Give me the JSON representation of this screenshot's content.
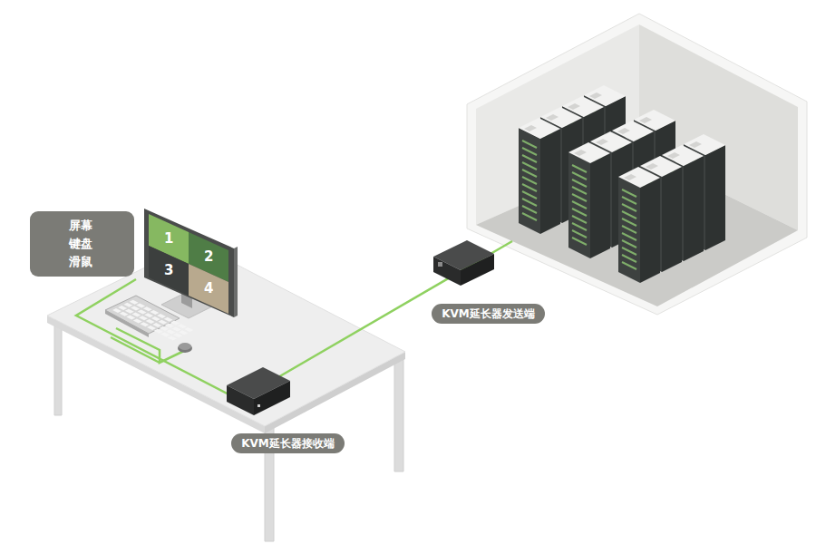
{
  "diagram": {
    "nodes": [
      {
        "text": [
          "屏幕 键盘 滑鼠"
        ]
      },
      {
        "text": [
          "1"
        ]
      },
      {
        "text": [
          "2"
        ]
      },
      {
        "text": [
          "3"
        ]
      },
      {
        "text": [
          "4"
        ]
      },
      {
        "text": [
          "KVM延长器发送端"
        ]
      },
      {
        "text": [
          "KVM延长器接收端"
        ]
      }
    ]
  }
}
